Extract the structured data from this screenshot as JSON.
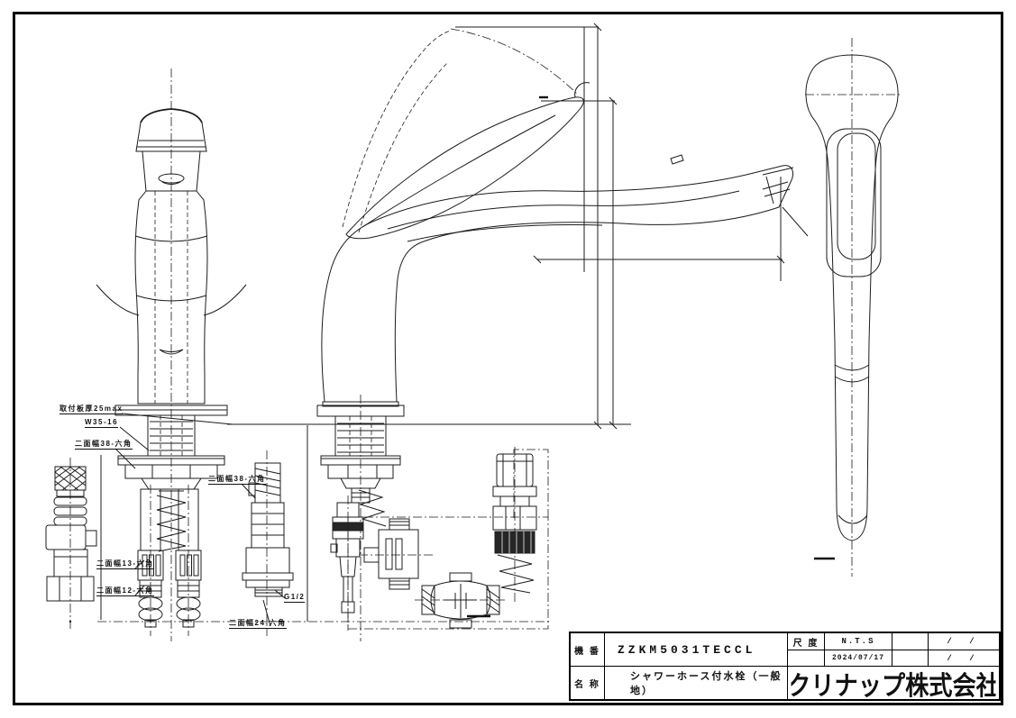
{
  "page": {
    "background": "#ffffff",
    "line_color": "#1c1c1c"
  },
  "labels": {
    "mount_thickness": "取付板厚25max",
    "thread_spec": "W35-16",
    "hex38_left": "二面幅38-六角",
    "hex38_mid": "二面幅38-六角",
    "hex13": "二面幅13-六角",
    "hex12": "二面幅12-六角",
    "hex24": "二面幅24-六角",
    "g_half": "G1/2"
  },
  "title_block": {
    "machine_no_label": "機 番",
    "machine_no_value": "ZZKM5031TECCL",
    "name_label": "名 称",
    "name_value": "シャワーホース付水栓（一般地）",
    "scale_label": "尺 度",
    "scale_value": "N.T.S",
    "date": "2024/07/17",
    "rev1": "/ /",
    "rev2": "/ /",
    "company": "クリナップ株式会社"
  }
}
